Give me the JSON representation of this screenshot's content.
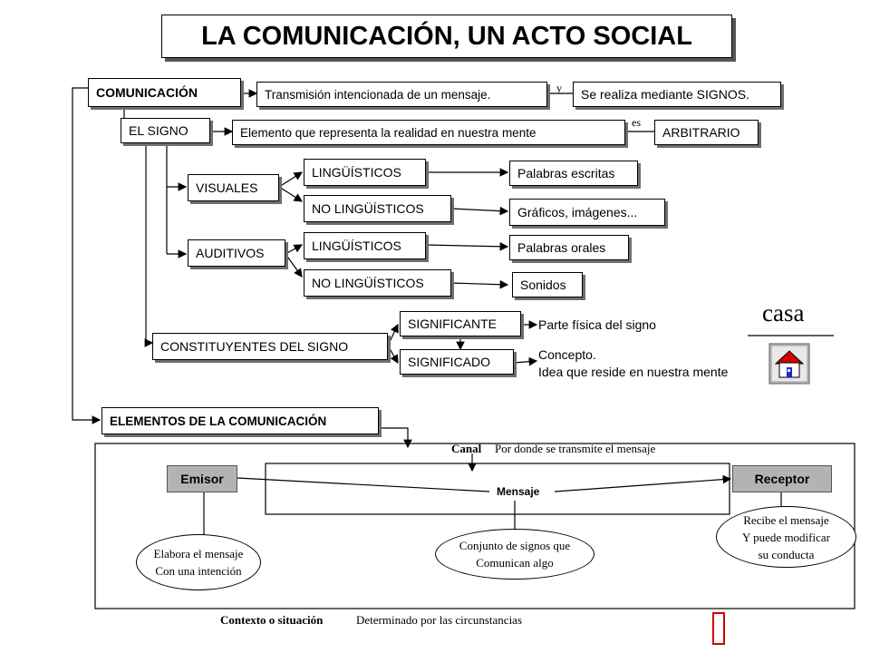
{
  "title": "LA COMUNICACIÓN, UN ACTO SOCIAL",
  "comunicacion": {
    "label": "COMUNICACIÓN",
    "def": "Transmisión intencionada de un mensaje.",
    "connector": "y",
    "signos": "Se realiza mediante SIGNOS."
  },
  "signo": {
    "label": "EL SIGNO",
    "def": "Elemento que representa la realidad en nuestra mente",
    "connector": "es",
    "arbitrario": "ARBITRARIO"
  },
  "visuales": {
    "label": "VISUALES",
    "ling": "LINGÜÍSTICOS",
    "noling": "NO LINGÜÍSTICOS",
    "ling_ex": "Palabras escritas",
    "noling_ex": "Gráficos, imágenes..."
  },
  "auditivos": {
    "label": "AUDITIVOS",
    "ling": "LINGÜÍSTICOS",
    "noling": "NO LINGÜÍSTICOS",
    "ling_ex": "Palabras orales",
    "noling_ex": "Sonidos"
  },
  "constituyentes": {
    "label": "CONSTITUYENTES DEL SIGNO",
    "significante": "SIGNIFICANTE",
    "significante_def": "Parte física del signo",
    "significado": "SIGNIFICADO",
    "significado_def_1": "Concepto.",
    "significado_def_2": "Idea que reside en nuestra mente"
  },
  "example": {
    "word": "casa",
    "icon": "house-icon"
  },
  "elementos": {
    "label": "ELEMENTOS DE LA COMUNICACIÓN",
    "canal_label": "Canal",
    "canal_def": "Por donde se transmite el mensaje",
    "emisor": "Emisor",
    "receptor": "Receptor",
    "mensaje": "Mensaje",
    "emisor_desc_1": "Elabora el mensaje",
    "emisor_desc_2": "Con una intención",
    "mensaje_desc_1": "Conjunto de signos que",
    "mensaje_desc_2": "Comunican algo",
    "receptor_desc_1": "Recibe el mensaje",
    "receptor_desc_2": "Y puede modificar",
    "receptor_desc_3": "su conducta",
    "contexto_label": "Contexto o situación",
    "contexto_def": "Determinado por las circunstancias"
  },
  "colors": {
    "gray_box": "#b3b3b3",
    "house_red": "#d40000"
  }
}
